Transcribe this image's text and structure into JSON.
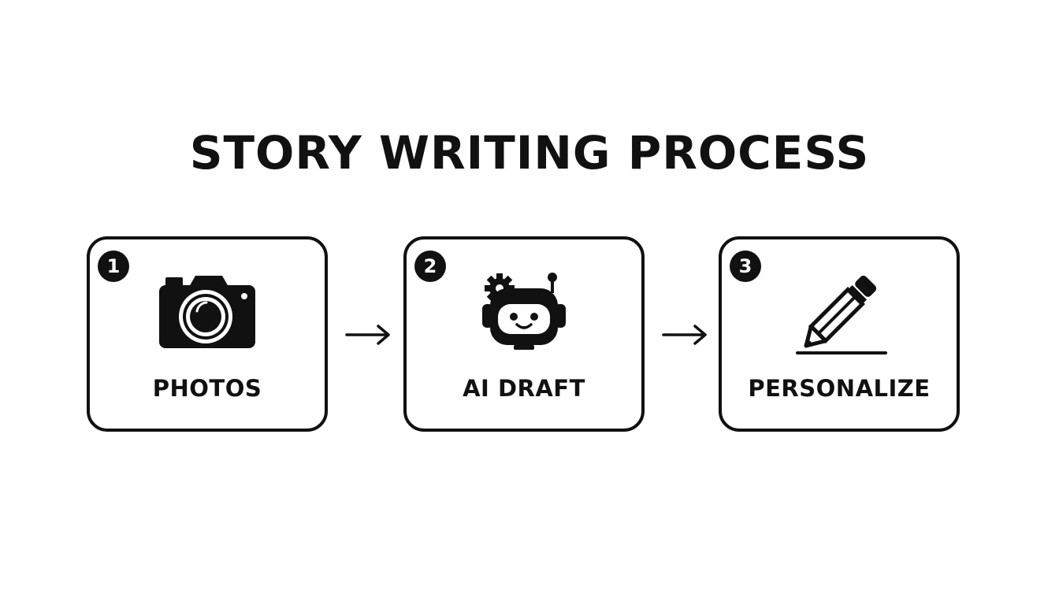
{
  "title": "STORY WRITING PROCESS",
  "steps": [
    {
      "number": "1",
      "label": "PHOTOS",
      "icon": "camera-icon"
    },
    {
      "number": "2",
      "label": "AI DRAFT",
      "icon": "robot-icon"
    },
    {
      "number": "3",
      "label": "PERSONALIZE",
      "icon": "pencil-icon"
    }
  ],
  "colors": {
    "ink": "#111111",
    "background": "#ffffff"
  }
}
